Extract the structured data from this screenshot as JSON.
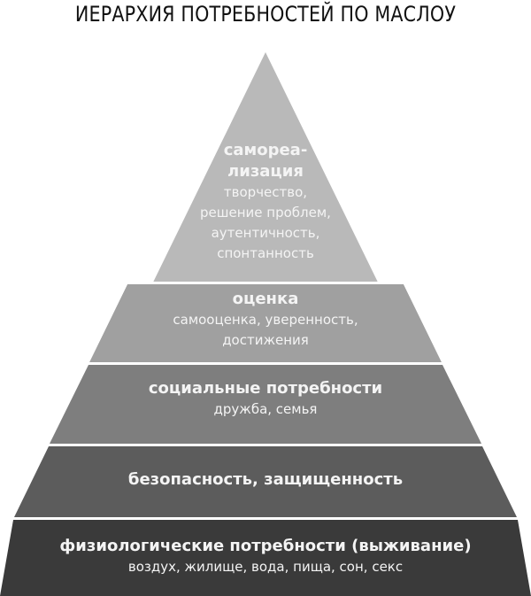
{
  "title": "ИЕРАРХИЯ ПОТРЕБНОСТЕЙ ПО МАСЛОУ",
  "levels": [
    {
      "heading": "самореа-",
      "heading2": "лизация",
      "details": [
        "творчество,",
        "решение проблем,",
        "аутентичность,",
        "спонтанность"
      ],
      "color": "#b9b9b9"
    },
    {
      "heading": "оценка",
      "details": [
        "самооценка, уверенность,",
        "достижения"
      ],
      "color": "#a0a0a0"
    },
    {
      "heading": "социальные потребности",
      "details": [
        "дружба, семья"
      ],
      "color": "#7e7e7e"
    },
    {
      "heading": "безопасность, защищенность",
      "details": [],
      "color": "#5c5c5c"
    },
    {
      "heading": "физиологические потребности (выживание)",
      "details": [
        "воздух, жилище, вода, пища, сон, секс"
      ],
      "color": "#3a3a3a"
    }
  ]
}
